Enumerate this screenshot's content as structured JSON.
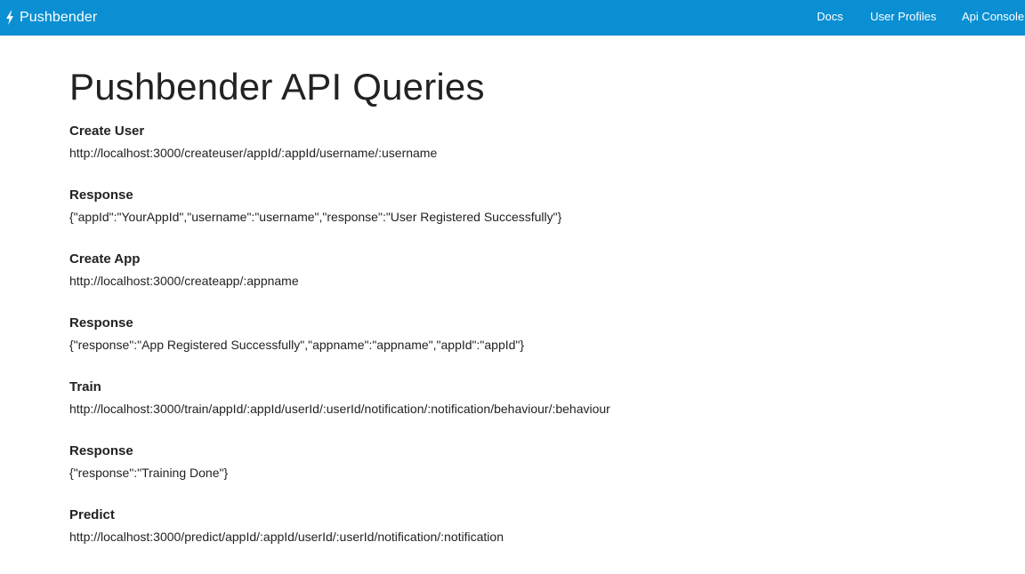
{
  "navbar": {
    "brand_icon": "bolt-icon",
    "brand_label": "Pushbender",
    "links": [
      {
        "label": "Docs"
      },
      {
        "label": "User Profiles"
      },
      {
        "label": "Api Console"
      }
    ],
    "background_color": "#0a8fd3"
  },
  "main": {
    "title": "Pushbender API Queries",
    "sections": [
      {
        "heading": "Create User",
        "body": "http://localhost:3000/createuser/appId/:appId/username/:username"
      },
      {
        "heading": "Response",
        "body": "{\"appId\":\"YourAppId\",\"username\":\"username\",\"response\":\"User Registered Successfully\"}"
      },
      {
        "heading": "Create App",
        "body": "http://localhost:3000/createapp/:appname"
      },
      {
        "heading": "Response",
        "body": "{\"response\":\"App Registered Successfully\",\"appname\":\"appname\",\"appId\":\"appId\"}"
      },
      {
        "heading": "Train",
        "body": "http://localhost:3000/train/appId/:appId/userId/:userId/notification/:notification/behaviour/:behaviour"
      },
      {
        "heading": "Response",
        "body": "{\"response\":\"Training Done\"}"
      },
      {
        "heading": "Predict",
        "body": "http://localhost:3000/predict/appId/:appId/userId/:userId/notification/:notification"
      }
    ]
  }
}
